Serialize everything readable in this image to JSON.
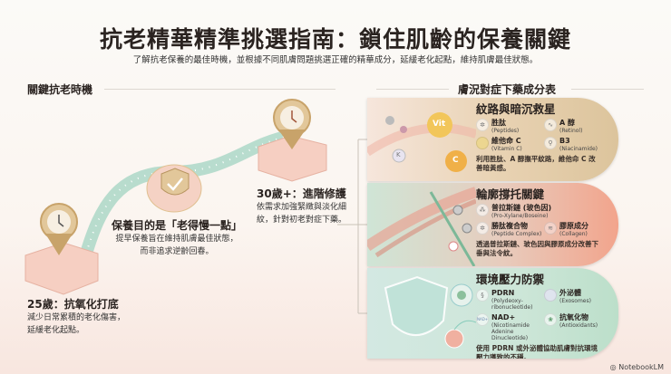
{
  "title": "抗老精華精準挑選指南：鎖住肌齡的保養關鍵",
  "subtitle": "了解抗老保養的最佳時機，並根據不同肌膚問題挑選正確的精華成分，延緩老化起點，維持肌膚最佳狀態。",
  "sections": {
    "left": "關鍵抗老時機",
    "right": "膚況對症下藥成分表"
  },
  "timeline": [
    {
      "title": "25歲：抗氧化打底",
      "desc1": "減少日常累積的老化傷害，",
      "desc2": "延緩老化起點。",
      "icon": "clock-icon"
    },
    {
      "title": "保養目的是「老得慢一點」",
      "desc1": "提早保養旨在維持肌膚最佳狀態，",
      "desc2": "而非追求逆齡回春。",
      "icon": "shield-check-icon"
    },
    {
      "title": "30歲+：進階修護",
      "desc1": "依需求加強緊緻與淡化細",
      "desc2": "紋，針對初老對症下藥。",
      "icon": "clock-icon"
    }
  ],
  "cards": [
    {
      "title": "紋路與暗沉救星",
      "colors": [
        "#f3e3d8",
        "#dcc39a"
      ],
      "illus": [
        "Vit",
        "C",
        "K"
      ],
      "items": [
        {
          "name": "胜肽",
          "en": "(Peptides)"
        },
        {
          "name": "A 醇",
          "en": "(Retinol)"
        },
        {
          "name": "維他命 C",
          "en": "(Vitamin C)"
        },
        {
          "name": "B3",
          "en": "(Niacinamide)"
        }
      ],
      "desc": "利用胜肽、A 醇撫平紋路，維他命 C 改善暗黃感。"
    },
    {
      "title": "輪廓撐托關鍵",
      "colors": [
        "#cfe6d8",
        "#f0a890"
      ],
      "items": [
        {
          "name": "普拉斯鏈 (玻色因)",
          "en": "(Pro-Xylane/Boseine)"
        },
        {
          "name": "勝肽複合物",
          "en": "(Peptide Complex)"
        },
        {
          "name": "膠原成分",
          "en": "(Collagen)"
        }
      ],
      "desc": "透過普拉斯鏈、玻色因與膠原成分改善下垂與法令紋。"
    },
    {
      "title": "環境壓力防禦",
      "colors": [
        "#cfe4dc",
        "#bfe0cc"
      ],
      "items": [
        {
          "name": "PDRN",
          "en": "(Polydeoxy-ribonucleotide)"
        },
        {
          "name": "外泌體",
          "en": "(Exosomes)"
        },
        {
          "name": "NAD+",
          "en": "(Nicotinamide Adenine Dinucleotide)",
          "badge": "NAD+"
        },
        {
          "name": "抗氧化物",
          "en": "(Antioxidants)"
        }
      ],
      "desc": "使用 PDRN 或外泌體協助肌膚對抗環境壓力導致的不穩。"
    }
  ],
  "brand": "NotebookLM"
}
